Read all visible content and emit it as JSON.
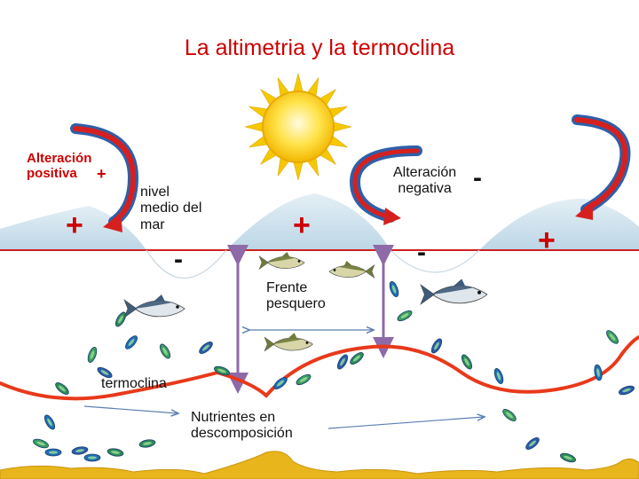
{
  "title": "La altimetria y la termoclina",
  "labels": {
    "positive_alteration": "Alteración\npositiva",
    "positive_sign": "+",
    "negative_alteration": "Alteración\nnegativa",
    "negative_sign": "-",
    "sea_level": "nivel\nmedio del\nmar",
    "fishing_front": "Frente\npesquero",
    "thermocline": "termoclina",
    "nutrients": "Nutrientes en\ndescomposición"
  },
  "markers": {
    "plus": "+",
    "minus": "-"
  },
  "colors": {
    "title": "#cc0000",
    "thermocline_line": "#e8391a",
    "sea_bump": "#cfe3ee",
    "arrows": "#8e6aa8",
    "curved_arrow_red": "#d62020",
    "curved_arrow_blue": "#2f5fa8",
    "sun": "#f5c800",
    "sediment": "#e8b51c"
  }
}
